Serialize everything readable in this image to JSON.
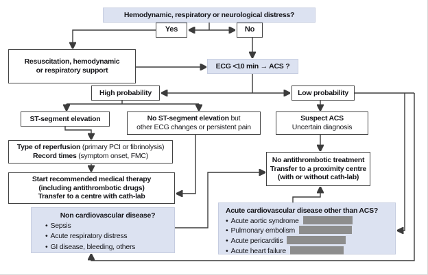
{
  "diagram": {
    "bullet": "•",
    "distress_question": "Hemodynamic, respiratory or neurological distress?",
    "yes_label": "Yes",
    "no_label": "No",
    "resuscitation": {
      "line1": "Resuscitation, hemodynamic",
      "line2": "or respiratory support"
    },
    "ecg_label": "ECG <10 min → ACS ?",
    "high_probability": "High probability",
    "low_probability": "Low probability",
    "st_elevation": "ST-segment elevation",
    "no_st_elevation": {
      "bold": "No ST-segment elevation",
      "rest": " but",
      "line2": "other ECG changes or persistent pain"
    },
    "suspect_acs": {
      "line1": "Suspect ACS",
      "line2": "Uncertain diagnosis"
    },
    "reperfusion": {
      "bold1": "Type of reperfusion",
      "rest1": " (primary PCI or fibrinolysis)",
      "bold2": "Record times",
      "rest2": " (symptom onset, FMC)"
    },
    "start_therapy": {
      "line1": "Start recommended medical therapy",
      "line2": "(including antithrombotic drugs)",
      "line3": "Transfer to a centre with cath-lab"
    },
    "no_antithrombotic": {
      "line1": "No antithrombotic treatment",
      "line2": "Transfer to a proximity centre",
      "line3": "(with or without cath-lab)"
    },
    "non_cardio": {
      "title": "Non cardiovascular disease?",
      "bullets": [
        "Sepsis",
        "Acute respiratory distress",
        "GI disease, bleeding, others"
      ]
    },
    "acs_other": {
      "title": "Acute cardiovascular disease other than ACS?",
      "bullets": [
        "Acute aortic syndrome",
        "Pulmonary embolism",
        "Acute pericarditis",
        "Acute heart failure"
      ],
      "bar_widths": [
        72,
        77,
        86,
        78
      ]
    },
    "colors": {
      "box_blue": "#dce2f1",
      "bar_grey": "#8d8d8d",
      "line": "#3c3c3c"
    }
  }
}
